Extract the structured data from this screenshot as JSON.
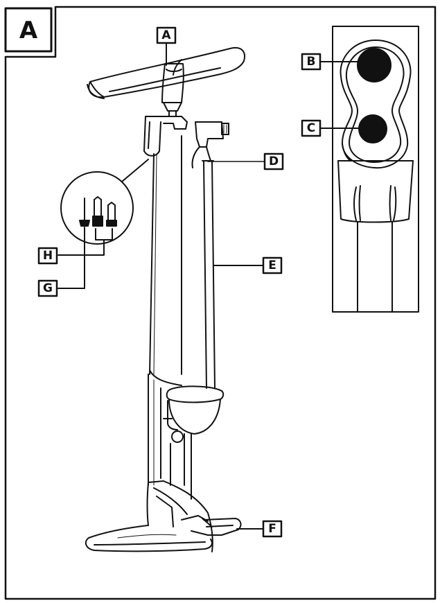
{
  "figure": {
    "panel_letter": "A",
    "labels": {
      "a": "A",
      "b": "B",
      "c": "C",
      "d": "D",
      "e": "E",
      "f": "F",
      "g": "G",
      "h": "H"
    }
  },
  "colors": {
    "ink": "#111111",
    "paper": "#ffffff"
  }
}
